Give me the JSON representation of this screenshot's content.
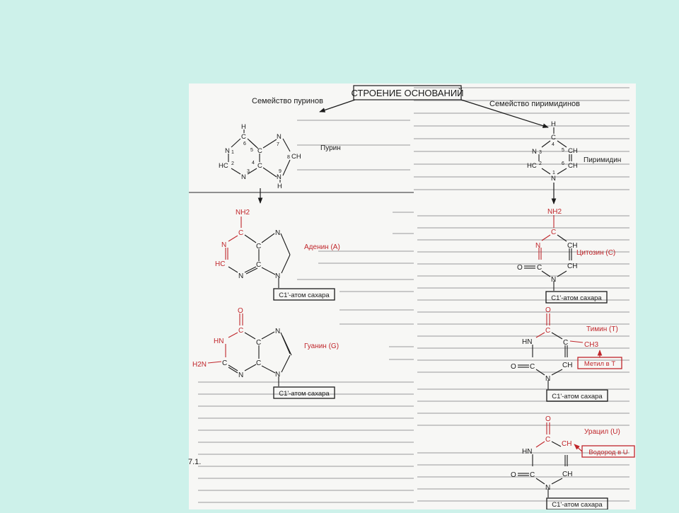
{
  "colors": {
    "background": "#cdf1ea",
    "paper": "#f7f7f5",
    "ink": "#1a1a1a",
    "accent_red": "#c0262b",
    "ghost_text": "#b9b9b9"
  },
  "diagram": {
    "title": "СТРОЕНИЕ ОСНОВАНИЙ",
    "figure_number": "7.1.",
    "purine_family": {
      "label": "Семейство пуринов",
      "name": "Пурин",
      "atoms": {
        "H_top": "H",
        "C6": "C",
        "n6": "6",
        "N1": "N",
        "n1": "1",
        "C5": "C",
        "n5": "5",
        "N7": "N",
        "n7": "7",
        "C8": "CH",
        "n8": "8",
        "HC2": "HC",
        "n2": "2",
        "n4": "4",
        "C4": "C",
        "N3": "N",
        "n3": "3",
        "N9": "N",
        "n9": "9",
        "H9": "H"
      }
    },
    "pyrimidine_family": {
      "label": "Семейство пиримидинов",
      "name": "Пиримидин",
      "atoms": {
        "H_top": "H",
        "C4": "C",
        "n4": "4",
        "N3": "N",
        "n3": "3",
        "C5": "CH",
        "n5": "5",
        "HC2": "HC",
        "n2": "2",
        "C6": "CH",
        "n6": "6",
        "N1": "N",
        "n1": "1"
      }
    },
    "adenine": {
      "name": "Аденин (А)",
      "sugar": "C1'-атом сахара",
      "atoms": {
        "NH2": "NH2",
        "C6": "C",
        "N1": "N",
        "C5": "C",
        "N7": "N",
        "HC2": "HC",
        "C4": "C",
        "N3": "N",
        "N9": "N"
      }
    },
    "guanine": {
      "name": "Гуанин (G)",
      "sugar": "C1'-атом сахара",
      "atoms": {
        "O": "O",
        "C6": "C",
        "HN": "HN",
        "C5": "C",
        "N7": "N",
        "H2N": "H2N",
        "C2": "C",
        "C4": "C",
        "N3": "N",
        "N9": "N"
      }
    },
    "cytosine": {
      "name": "Цитозин (С)",
      "sugar": "C1'-атом сахара",
      "atoms": {
        "NH2": "NH2",
        "C4": "C",
        "N3": "N",
        "C5": "CH",
        "O": "O",
        "C2": "C",
        "C6": "CH",
        "N1": "N"
      }
    },
    "thymine": {
      "name": "Тимин (Т)",
      "sugar": "C1'-атом сахара",
      "note": "Метил в Т",
      "atoms": {
        "O4": "O",
        "C4": "C",
        "HN": "HN",
        "C5": "C",
        "CH3": "CH3",
        "O2": "O",
        "C2": "C",
        "C6": "CH",
        "N1": "N"
      }
    },
    "uracil": {
      "name": "Урацил (U)",
      "sugar": "C1'-атом сахара",
      "note": "Водород в U",
      "atoms": {
        "O4": "O",
        "C4": "C",
        "HN": "HN",
        "C5": "CH",
        "O2": "O",
        "C2": "C",
        "C6": "CH",
        "N1": "N"
      }
    }
  }
}
